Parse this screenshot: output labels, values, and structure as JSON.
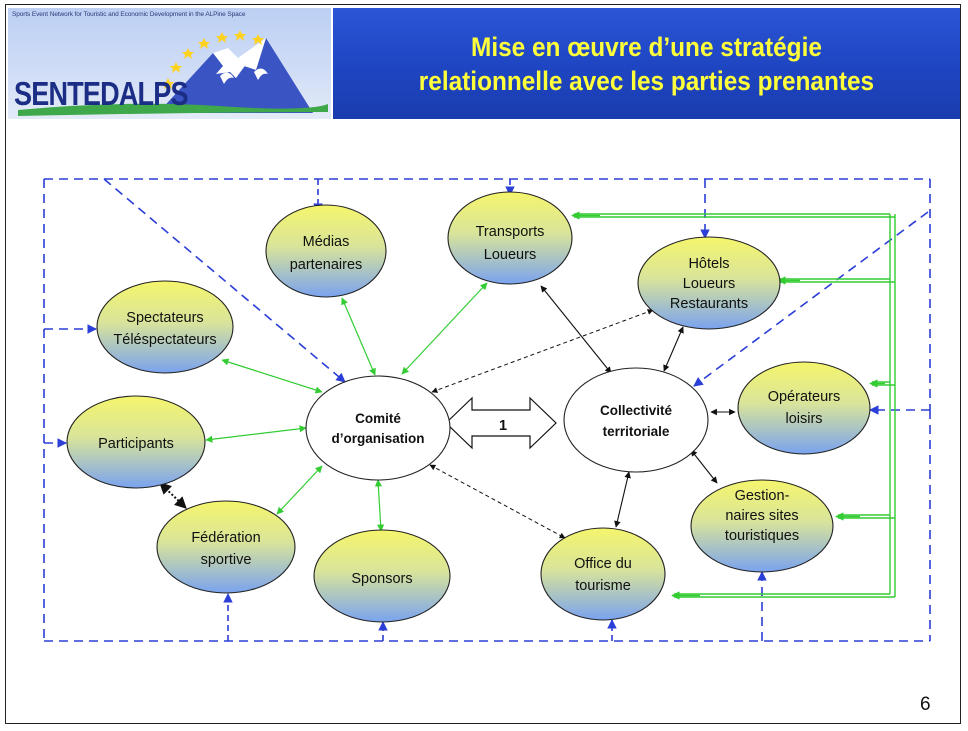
{
  "logo": {
    "tagline": "Sports Event Network for Touristic and Economic Development in the ALPine Space",
    "name": "SENTEDALPS"
  },
  "title": {
    "line1": "Mise en œuvre d’une stratégie",
    "line2": "relationnelle avec les parties prenantes"
  },
  "nodes": {
    "medias": [
      "Médias",
      "partenaires"
    ],
    "transports": [
      "Transports",
      "Loueurs"
    ],
    "hotels": [
      "Hôtels",
      "Loueurs",
      "Restaurants"
    ],
    "spectateurs": [
      "Spectateurs",
      "Téléspectateurs"
    ],
    "operateurs": [
      "Opérateurs",
      "loisirs"
    ],
    "participants": [
      "Participants"
    ],
    "comite": [
      "Comité",
      "d’organisation"
    ],
    "collectivite": [
      "Collectivité",
      "territoriale"
    ],
    "gestionnaires": [
      "Gestion-",
      "naires sites",
      "touristiques"
    ],
    "federation": [
      "Fédération",
      "sportive"
    ],
    "sponsors": [
      "Sponsors"
    ],
    "office": [
      "Office du",
      "tourisme"
    ]
  },
  "arrow_label": "1",
  "page_number": "6",
  "colors": {
    "title_bg": "#1f46c3",
    "title_text": "#ffff3a",
    "dashed_frame": "#2b3ed6",
    "green_link": "#33cc33",
    "node_top": "#f3f36a",
    "node_bottom": "#7fa6ee"
  }
}
